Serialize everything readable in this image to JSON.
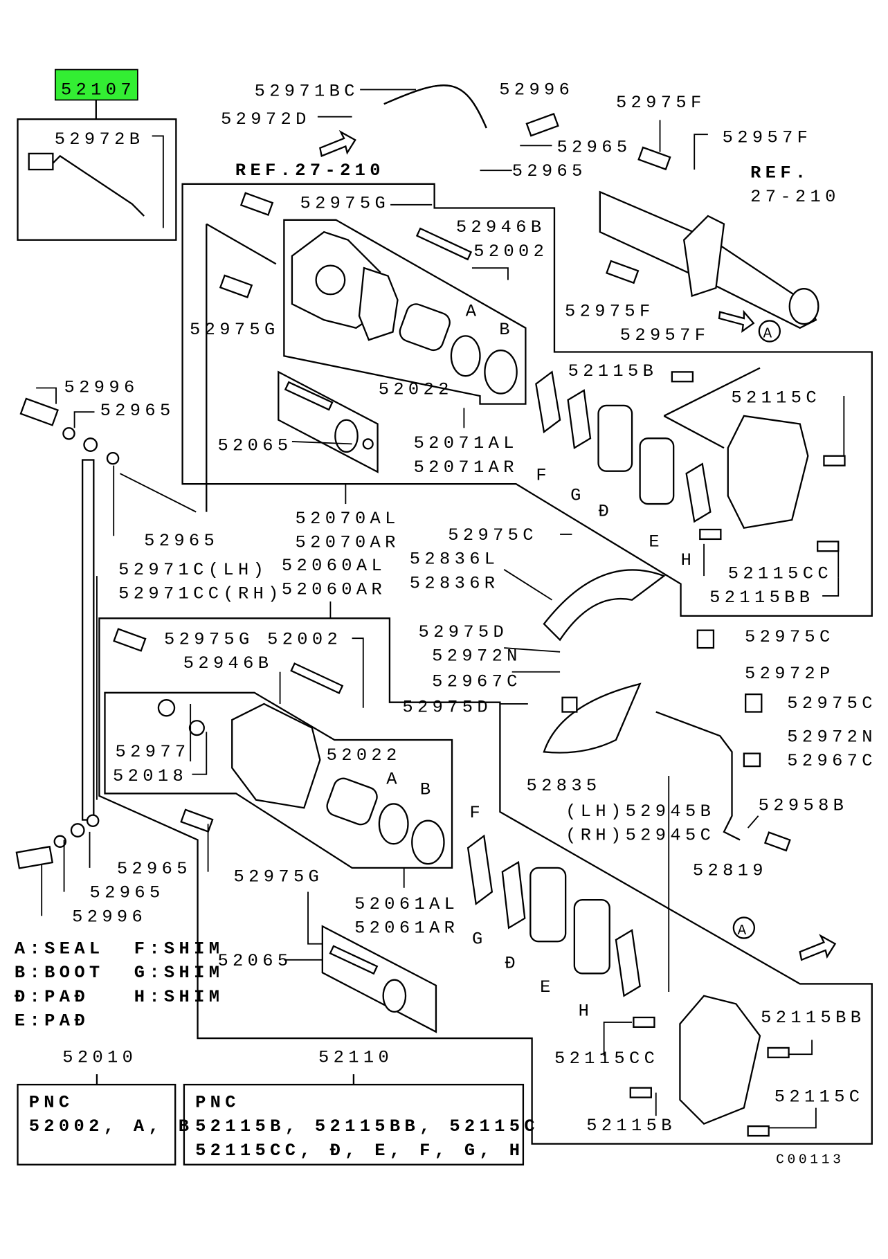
{
  "diagram": {
    "highlight_part": "52107",
    "highlight_color": "#33ee33",
    "code": "C00113",
    "labels": [
      "52972B",
      "52971BC",
      "52972D",
      "REF.27-210",
      "52996",
      "52965",
      "52965",
      "52975F",
      "52957F",
      "REF.",
      "27-210",
      "52975G",
      "52946B",
      "52002",
      "52975G",
      "A",
      "B",
      "52022",
      "52115B",
      "52115C",
      "52996",
      "52965",
      "52065",
      "52071AL",
      "52071AR",
      "F",
      "G",
      "Đ",
      "E",
      "H",
      "52975F",
      "52957F",
      "52965",
      "52070AL",
      "52070AR",
      "52975C",
      "52836L",
      "52836R",
      "52971C(LH)",
      "52971CC(RH)",
      "52060AL",
      "52060AR",
      "52115CC",
      "52115BB",
      "52975D",
      "52975C",
      "52972N",
      "52972P",
      "52967C",
      "52975G",
      "52002",
      "52946B",
      "52975D",
      "52975C",
      "52972N",
      "52967C",
      "52977",
      "52018",
      "52022",
      "A",
      "B",
      "52835",
      "(LH)52945B",
      "(RH)52945C",
      "52958B",
      "F",
      "52819",
      "52965",
      "52965",
      "52996",
      "52975G",
      "52061AL",
      "52061AR",
      "G",
      "Đ",
      "E",
      "H",
      "52065",
      "52115BB",
      "52115CC",
      "52115C",
      "52115B",
      "52010",
      "52110"
    ],
    "legend": [
      "A:SEAL  F:SHIM",
      "B:BOOT  G:SHIM",
      "Đ:PAĐ   H:SHIM",
      "E:PAĐ"
    ],
    "pnc_boxes": [
      {
        "title": "PNC",
        "lines": [
          "52002, A, B"
        ]
      },
      {
        "title": "PNC",
        "lines": [
          "52115B, 52115BB, 52115C",
          "52115CC, Đ, E, F, G, H"
        ]
      }
    ],
    "view_markers": [
      "A",
      "A"
    ]
  }
}
